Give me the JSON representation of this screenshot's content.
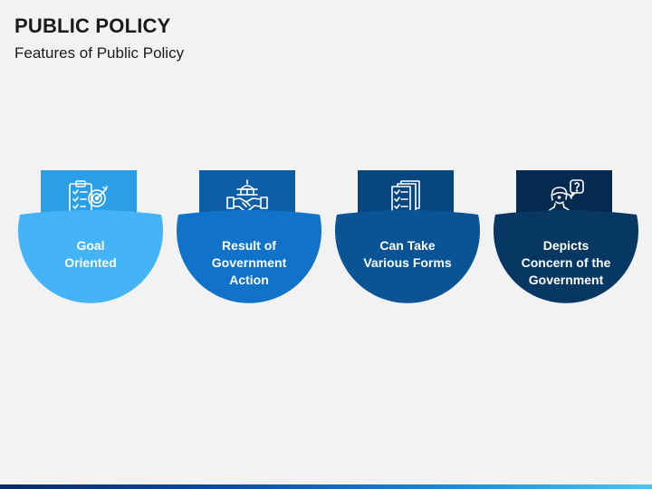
{
  "slide": {
    "title": "PUBLIC POLICY",
    "subtitle": "Features of Public Policy"
  },
  "cards": [
    {
      "lines": [
        "Goal",
        "Oriented"
      ],
      "icon": "checklist-target-icon",
      "tab_color": "#2a9ee6",
      "bowl_color": "#45b4f7"
    },
    {
      "lines": [
        "Result of",
        "Government",
        "Action"
      ],
      "icon": "government-handshake-icon",
      "tab_color": "#0d5ea6",
      "bowl_color": "#1073c9"
    },
    {
      "lines": [
        "Can Take",
        "Various Forms"
      ],
      "icon": "documents-icon",
      "tab_color": "#084680",
      "bowl_color": "#0a5496"
    },
    {
      "lines": [
        "Depicts",
        "Concern of the",
        "Government"
      ],
      "icon": "person-question-icon",
      "tab_color": "#052a4f",
      "bowl_color": "#073763"
    }
  ]
}
